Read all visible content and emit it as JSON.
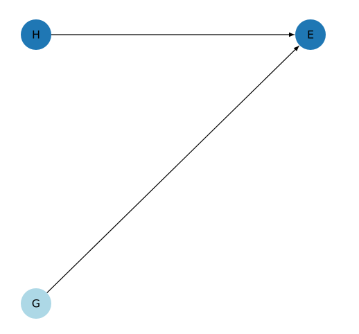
{
  "graph": {
    "type": "directed",
    "nodes": [
      {
        "id": "H",
        "label": "H",
        "color": "#1f77b4"
      },
      {
        "id": "E",
        "label": "E",
        "color": "#1f77b4"
      },
      {
        "id": "G",
        "label": "G",
        "color": "#add8e6"
      }
    ],
    "edges": [
      {
        "source": "H",
        "target": "E"
      },
      {
        "source": "G",
        "target": "E"
      }
    ],
    "edge_color": "#000000"
  }
}
